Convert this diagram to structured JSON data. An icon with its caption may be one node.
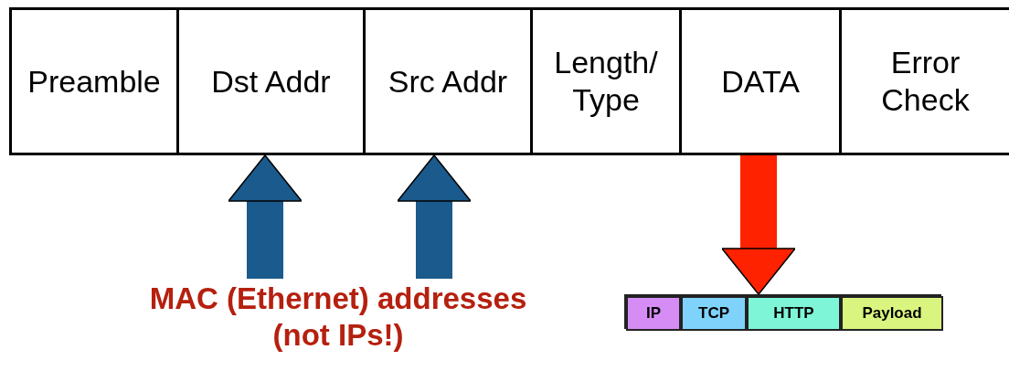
{
  "diagram": {
    "nodes": [
      {
        "text": [
          "Preamble"
        ]
      },
      {
        "text": [
          "Dst Addr"
        ]
      },
      {
        "text": [
          "Src Addr"
        ]
      },
      {
        "text": [
          "Length/ Type"
        ]
      },
      {
        "text": [
          "DATA"
        ]
      },
      {
        "text": [
          "Error Check"
        ]
      },
      {
        "text": [
          "MAC (Ethernet) addresses (not IPs!)"
        ]
      },
      {
        "text": [],
        "shape": "bar"
      },
      {
        "text": [
          "IP"
        ],
        "in": 7
      },
      {
        "text": [
          "TCP"
        ],
        "in": 7
      },
      {
        "text": [
          "HTTP"
        ],
        "in": 7
      },
      {
        "text": [
          "Payload"
        ],
        "in": 7
      }
    ],
    "edges": [
      {
        "from": 6,
        "to": 1,
        "arrow": "to"
      },
      {
        "from": 6,
        "to": 2,
        "arrow": "to"
      },
      {
        "from": 4,
        "to": 7,
        "arrow": "to",
        "color": "#ff2200"
      }
    ]
  }
}
